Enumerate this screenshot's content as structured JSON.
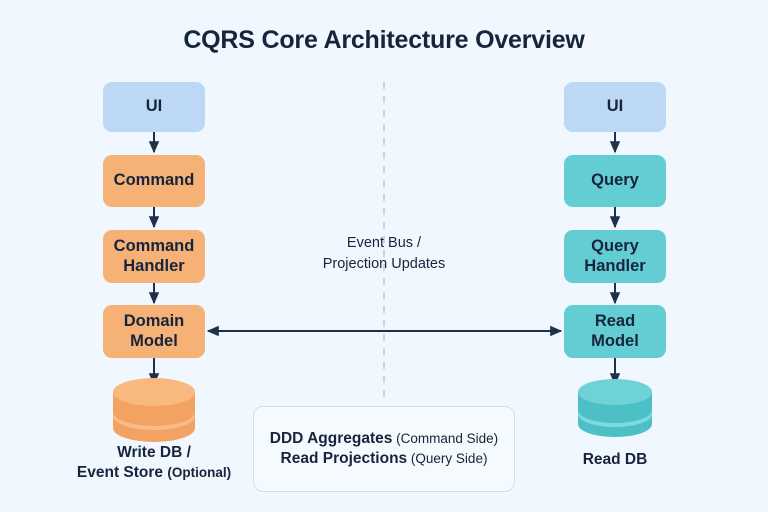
{
  "page": {
    "title": "CQRS Core Architecture Overview",
    "background_color": "#f0f7fe"
  },
  "palette": {
    "ui_box": "#bcd8f5",
    "command_box": "#f5b176",
    "query_box": "#64cdd3",
    "arrow": "#1f3149",
    "text": "#16243c",
    "divider": "#c3d5e6"
  },
  "command_side": {
    "nodes": [
      {
        "label": "UI",
        "kind": "ui-box"
      },
      {
        "label": "Command",
        "kind": "command-box"
      },
      {
        "label": "Command\nHandler",
        "kind": "command-box"
      },
      {
        "label": "Domain\nModel",
        "kind": "command-box"
      }
    ],
    "database": {
      "icon": "database-cylinder-icon",
      "color": "#f5b176",
      "label_line1": "Write DB /",
      "label_line2_main": "Event Store ",
      "label_line2_note": "(Optional)"
    }
  },
  "query_side": {
    "nodes": [
      {
        "label": "UI",
        "kind": "ui-box"
      },
      {
        "label": "Query",
        "kind": "query-box"
      },
      {
        "label": "Query\nHandler",
        "kind": "query-box"
      },
      {
        "label": "Read\nModel",
        "kind": "query-box"
      }
    ],
    "database": {
      "icon": "database-cylinder-icon",
      "color": "#64cdd3",
      "label_line1": "Read DB",
      "label_line2_main": "",
      "label_line2_note": ""
    }
  },
  "divider": {
    "label_line1": "Event Bus /",
    "label_line2": "Projection Updates",
    "style": "dashed-vertical"
  },
  "legend": {
    "rows": [
      {
        "term": "DDD Aggregates",
        "note": " (Command Side)"
      },
      {
        "term": "Read Projections",
        "note": " (Query Side)"
      }
    ]
  }
}
